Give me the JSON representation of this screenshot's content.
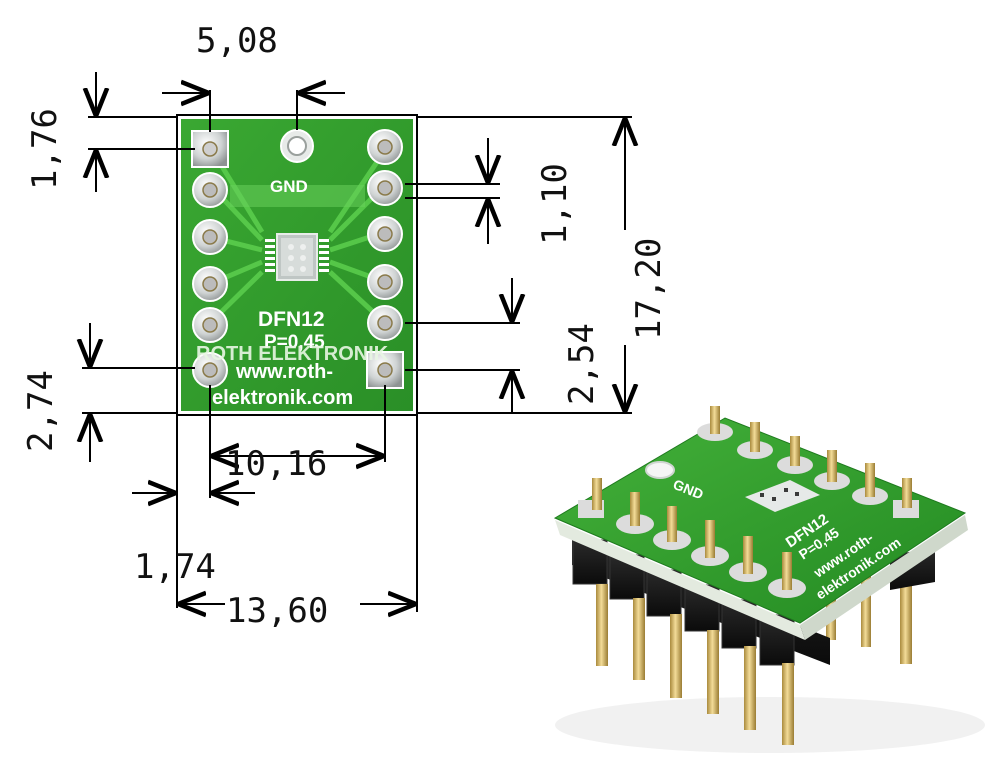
{
  "dimensions": {
    "top_width": "5,08",
    "top_offset": "1,76",
    "row_pitch": "1,10",
    "total_height": "17,20",
    "pin_pitch": "2,54",
    "bottom_offset": "2,74",
    "row_spacing": "10,16",
    "side_offset": "1,74",
    "total_width": "13,60"
  },
  "board": {
    "gnd_label": "GND",
    "part_label": "DFN12",
    "pitch_label": "P=0,45",
    "brand_label": "ROTH ELEKTRONIK",
    "url_line1": "www.roth-",
    "url_line2": "elektronik.com"
  },
  "photo": {
    "gnd_label": "GND",
    "part_label": "DFN12",
    "pitch_label": "P=0,45",
    "url_line1": "www.roth-",
    "url_line2": "elektronik.com"
  },
  "colors": {
    "pcb_green": "#2f9e2a",
    "pcb_light": "#4cb63f",
    "pad_silver": "#d9d9d9",
    "header_black": "#151515",
    "pin_gold": "#d8b866"
  }
}
